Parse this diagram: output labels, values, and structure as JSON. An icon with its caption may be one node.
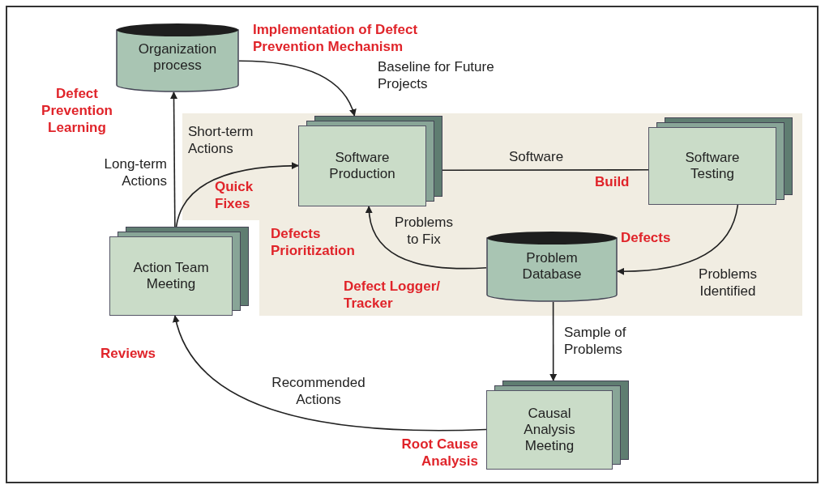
{
  "diagram": {
    "nodes": [
      {
        "text": [
          "Organization process"
        ]
      },
      {
        "text": [
          "Software Production"
        ]
      },
      {
        "text": [
          "Software Testing"
        ]
      },
      {
        "text": [
          "Problem Database"
        ]
      },
      {
        "text": [
          "Action Team Meeting"
        ]
      },
      {
        "text": [
          "Causal Analysis Meeting"
        ]
      }
    ],
    "edges": [
      {
        "from": 0,
        "to": 1,
        "arrow": "to",
        "label": "Baseline for Future Projects"
      },
      {
        "from": 1,
        "to": 2,
        "arrow": "none",
        "label": "Software"
      },
      {
        "from": 2,
        "to": 3,
        "arrow": "to",
        "label": "Problems Identified"
      },
      {
        "from": 3,
        "to": 1,
        "arrow": "to",
        "label": "Problems to Fix"
      },
      {
        "from": 3,
        "to": 5,
        "arrow": "to",
        "label": "Sample of Problems"
      },
      {
        "from": 5,
        "to": 4,
        "arrow": "to",
        "label": "Recommended Actions"
      },
      {
        "from": 4,
        "to": 0,
        "arrow": "to",
        "label": "Long-term Actions"
      },
      {
        "from": 4,
        "to": 1,
        "arrow": "to",
        "label": "Short-term Actions"
      }
    ],
    "labels": [
      "Implementation of Defect Prevention Mechanism",
      "Defect Prevention Learning",
      "Quick Fixes",
      "Build",
      "Defects Prioritization",
      "Defects",
      "Defect Logger/ Tracker",
      "Reviews",
      "Root Cause Analysis"
    ]
  }
}
